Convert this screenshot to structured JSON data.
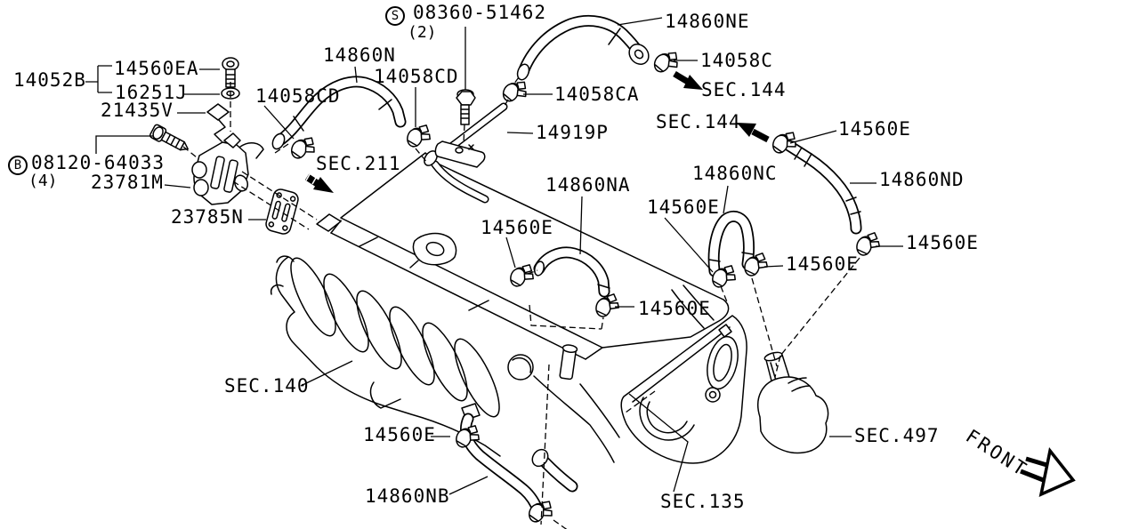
{
  "figure": {
    "type": "engine-parts-line-diagram",
    "subject": "Secondary air system and vacuum hoses on intake manifold",
    "line_color": "#000000",
    "background_color": "#ffffff"
  },
  "labels": {
    "bolt_b_prefix": "B",
    "bolt_b_number": "08120-64033",
    "bolt_b_qty": "(4)",
    "screw_s_prefix": "S",
    "screw_s_number": "08360-51462",
    "screw_s_qty": "(2)",
    "l14052b": "14052B",
    "l14560ea": "14560EA",
    "l16251j": "16251J",
    "l21435v": "21435V",
    "l23781m": "23781M",
    "l23785n": "23785N",
    "l14860n": "14860N",
    "l14058cd_left": "14058CD",
    "l14058cd_mid": "14058CD",
    "sec211": "SEC.211",
    "l14058ca": "14058CA",
    "l14919p": "14919P",
    "l14860ne": "14860NE",
    "l14058c": "14058C",
    "sec144_a": "SEC.144",
    "sec144_b": "SEC.144",
    "l14560e_nd_top": "14560E",
    "l14860nd": "14860ND",
    "l14560e_nd_bottom": "14560E",
    "l14560e_nc_right": "14560E",
    "l14860nc": "14860NC",
    "l14560e_nc_left": "14560E",
    "l14860na": "14860NA",
    "l14560e_na_left": "14560E",
    "l14560e_na_right": "14560E",
    "sec140": "SEC.140",
    "l14560e_nb": "14560E",
    "l14860nb": "14860NB",
    "sec135": "SEC.135",
    "sec497": "SEC.497",
    "front": "FRONT"
  }
}
